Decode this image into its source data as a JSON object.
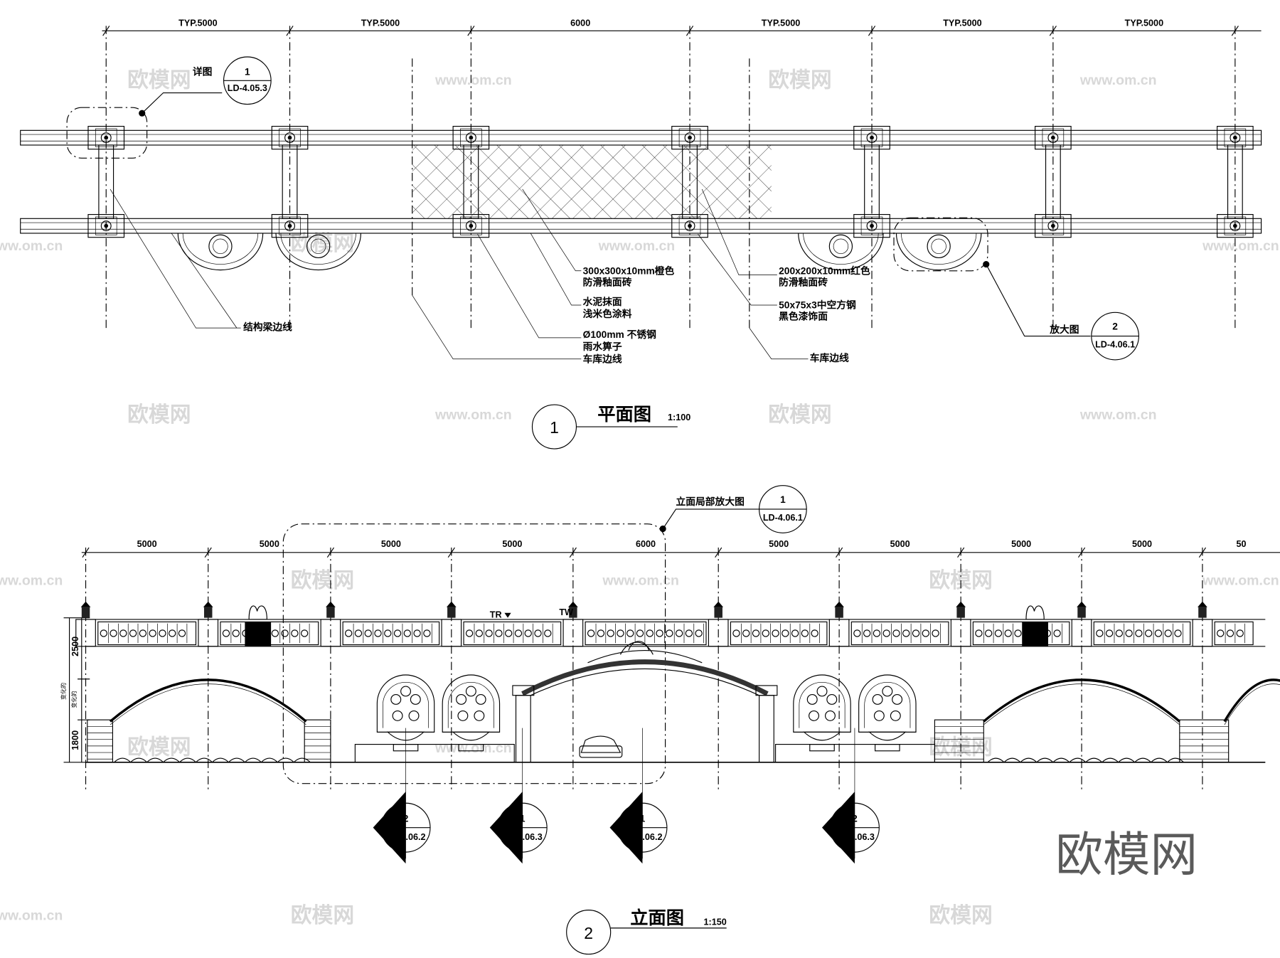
{
  "plan": {
    "dimensions": [
      "TYP.5000",
      "TYP.5000",
      "6000",
      "TYP.5000",
      "TYP.5000",
      "TYP.5000"
    ],
    "detail_callout": {
      "label": "详图",
      "number": "1",
      "sheet": "LD-4.05.3"
    },
    "enlarge_callout": {
      "label": "放大图",
      "number": "2",
      "sheet": "LD-4.06.1"
    },
    "notes": {
      "beam_edge": "结构梁边线",
      "tile_orange_1": "300x300x10mm橙色",
      "tile_orange_2": "防滑釉面砖",
      "cement_1": "水泥抹面",
      "cement_2": "浅米色涂料",
      "drain_1": "Ø100mm 不锈钢",
      "drain_2": "雨水箅子",
      "garage_left": "车库边线",
      "tile_red_1": "200x200x10mm红色",
      "tile_red_2": "防滑釉面砖",
      "steel_1": "50x75x3中空方钢",
      "steel_2": "黑色漆饰面",
      "garage_right": "车库边线"
    },
    "title": {
      "number": "1",
      "name": "平面图",
      "scale": "1:100"
    }
  },
  "elevation": {
    "dimensions": [
      "5000",
      "5000",
      "5000",
      "5000",
      "6000",
      "5000",
      "5000",
      "5000",
      "5000",
      "50"
    ],
    "enlarge_callout": {
      "label": "立面局部放大图",
      "number": "1",
      "sheet": "LD-4.06.1"
    },
    "vertical_dims": {
      "upper": "2500",
      "lower": "1800",
      "var_outer": "变化的",
      "var_inner": "变化的"
    },
    "level_marks": {
      "tr": "TR",
      "tw": "TW"
    },
    "sections": [
      {
        "number": "2",
        "sheet": "LD-4.06.2"
      },
      {
        "number": "1",
        "sheet": "LD-4.06.3"
      },
      {
        "number": "1",
        "sheet": "LD-4.06.2"
      },
      {
        "number": "2",
        "sheet": "LD-4.06.3"
      }
    ],
    "title": {
      "number": "2",
      "name": "立面图",
      "scale": "1:150"
    }
  },
  "watermarks": {
    "logo": "欧模网",
    "url": "www.om.cn",
    "big": "欧模网"
  }
}
